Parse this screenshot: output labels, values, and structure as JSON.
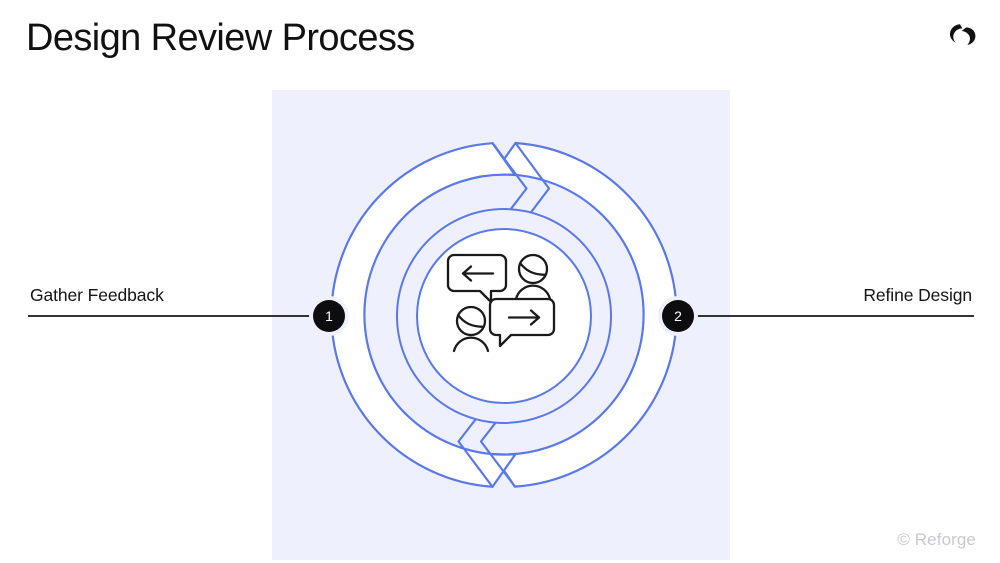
{
  "header": {
    "title": "Design Review Process",
    "logo_icon": "reforge-logo-icon"
  },
  "footer": {
    "credit": "© Reforge"
  },
  "colors": {
    "panel_background": "#eef0fd",
    "ring_stroke": "#5b78e8",
    "ring_band_fill": "#ffffff",
    "inner_band_fill": "#eef0fd",
    "node_fill": "#0d0d0f",
    "node_text": "#ffffff",
    "rail": "#333438",
    "title_text": "#111111",
    "footer_text": "#c8c8cf",
    "icon_stroke": "#1a1a1a"
  },
  "diagram": {
    "type": "cyclical-two-step-loop",
    "steps": [
      {
        "number": "1",
        "label": "Gather Feedback",
        "side": "left"
      },
      {
        "number": "2",
        "label": "Refine Design",
        "side": "right"
      }
    ],
    "center_icons": [
      "speech-bubble-left-arrow-icon",
      "person-avatar-icon",
      "person-avatar-icon",
      "speech-bubble-right-arrow-icon"
    ],
    "arrow_notches": [
      {
        "position": "top",
        "direction": "right"
      },
      {
        "position": "bottom",
        "direction": "left"
      }
    ]
  }
}
